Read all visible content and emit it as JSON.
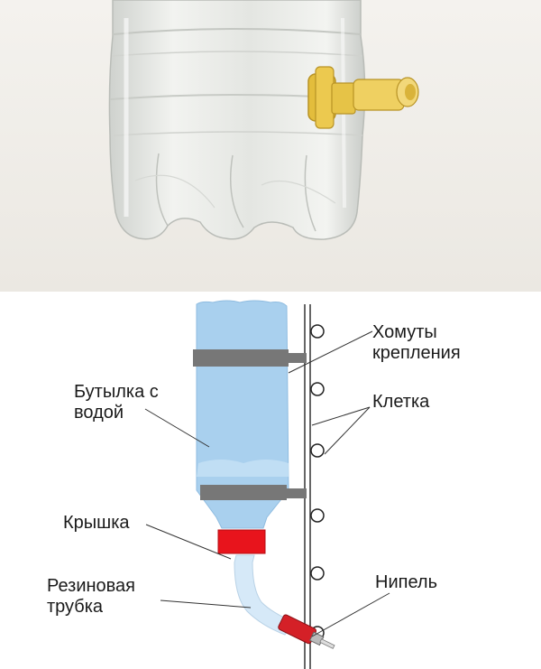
{
  "diagram": {
    "labels": {
      "clamps_line1": "Хомуты",
      "clamps_line2": "крепления",
      "bottle_line1": "Бутылка с",
      "bottle_line2": "водой",
      "cage": "Клетка",
      "cap": "Крышка",
      "tube_line1": "Резиновая",
      "tube_line2": "трубка",
      "nipple": "Нипель"
    },
    "colors": {
      "water": "#a9d0ee",
      "clamp": "#777777",
      "cap": "#e8141c",
      "tube": "#d6e9f8",
      "nipple": "#d42027",
      "photo_nipple": "#e9c84a"
    }
  }
}
